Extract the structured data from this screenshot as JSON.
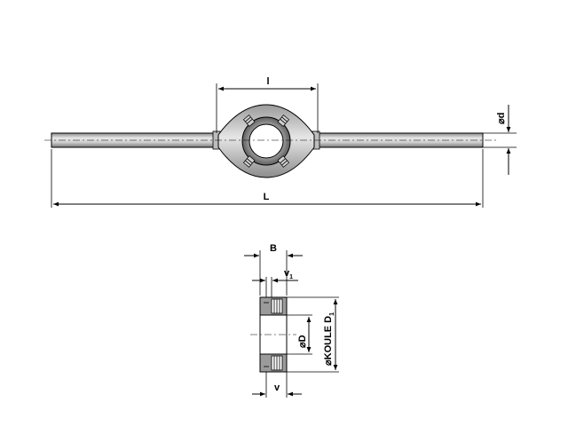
{
  "labels": {
    "handle_length": "L",
    "body_width": "l",
    "rod_diameter": "⌀d",
    "thickness": "B",
    "offset_v1_main": "v",
    "offset_v1_sub": "1",
    "offset_v": "v",
    "die_diameter": "⌀D",
    "outer_diameter_main": "⌀KOULE D",
    "outer_diameter_sub": "1"
  },
  "colors": {
    "stroke": "#000000",
    "metal_dark": "#8a8a8a",
    "metal_light": "#d9d9d9",
    "metal_mid": "#b5b5b5"
  }
}
